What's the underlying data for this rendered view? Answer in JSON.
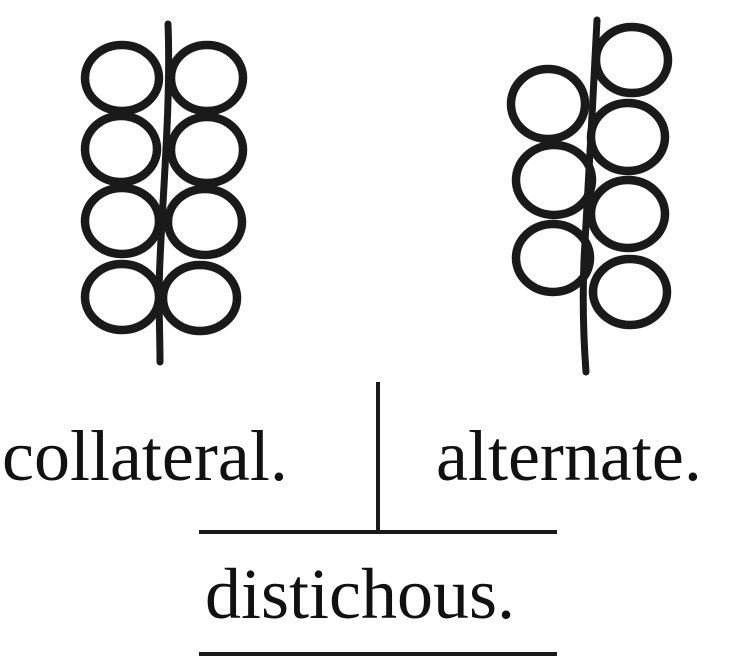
{
  "labels": {
    "collateral": "collateral.",
    "alternate": "alternate.",
    "distichous": "distichous."
  },
  "colors": {
    "ink": "#1a1a1a",
    "background": "#ffffff"
  }
}
